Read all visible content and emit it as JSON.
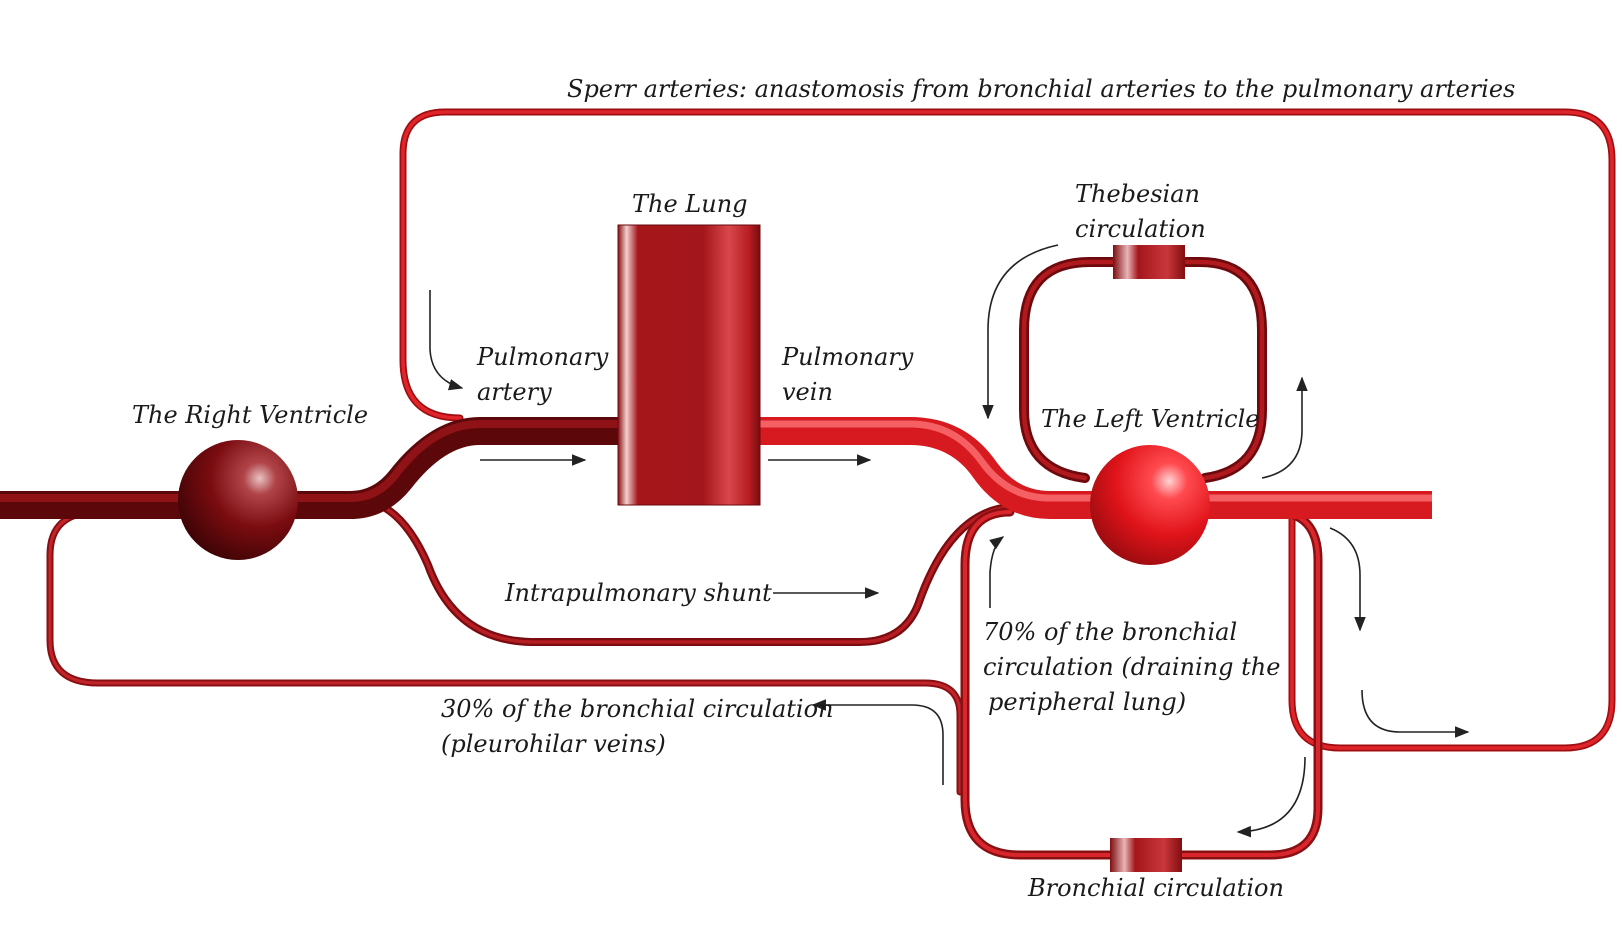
{
  "labels": {
    "sperr": "Sperr arteries: anastomosis from bronchial arteries to the pulmonary arteries",
    "lung": "The Lung",
    "thebesian_1": "Thebesian",
    "thebesian_2": "circulation",
    "pulm_artery_1": "Pulmonary",
    "pulm_artery_2": "artery",
    "pulm_vein_1": "Pulmonary",
    "pulm_vein_2": "vein",
    "right_ventricle": "The Right Ventricle",
    "left_ventricle": "The Left Ventricle",
    "shunt": "Intrapulmonary shunt",
    "bronch70_1": "70% of the bronchial",
    "bronch70_2": "circulation (draining the",
    "bronch70_3": "peripheral lung)",
    "bronch30_1": "30% of the bronchial circulation",
    "bronch30_2": "(pleurohilar veins)",
    "bronchial": "Bronchial circulation"
  },
  "colors": {
    "venous_dark": "#6b0a0c",
    "venous_mid": "#8c1014",
    "arterial": "#d61a1f",
    "arterial_light": "#f04a4e",
    "arrow": "#222222"
  }
}
